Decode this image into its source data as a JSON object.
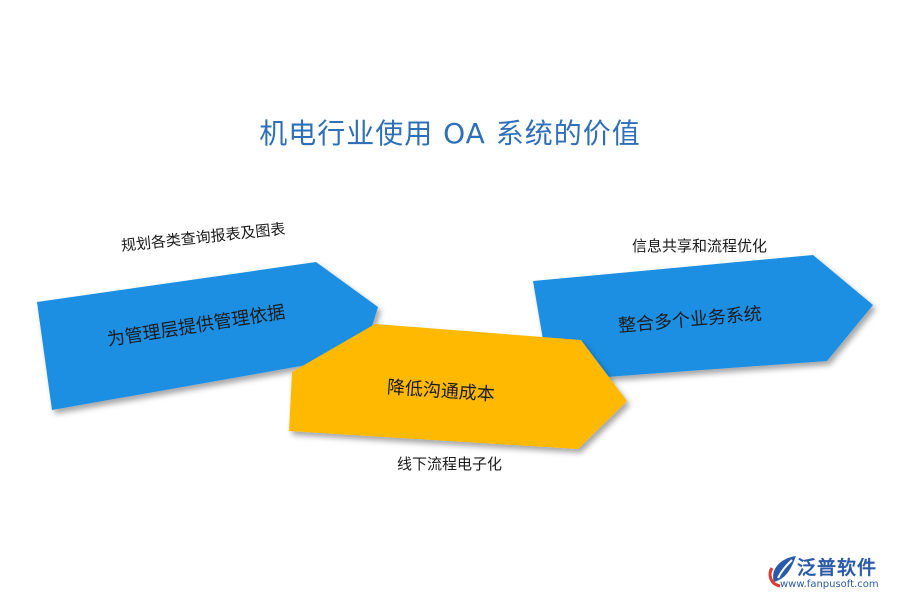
{
  "title": "机电行业使用 OA 系统的价值",
  "arrows": [
    {
      "label": "为管理层提供管理依据",
      "caption": "规划各类查询报表及图表",
      "color": "#1f8fe3"
    },
    {
      "label": "降低沟通成本",
      "caption": "线下流程电子化",
      "color": "#ffb900"
    },
    {
      "label": "整合多个业务系统",
      "caption": "信息共享和流程优化",
      "color": "#1f8fe3"
    }
  ],
  "logo": {
    "name": "泛普软件",
    "url": "www.fanpusoft.com",
    "icon": "leaf-logo-icon"
  }
}
